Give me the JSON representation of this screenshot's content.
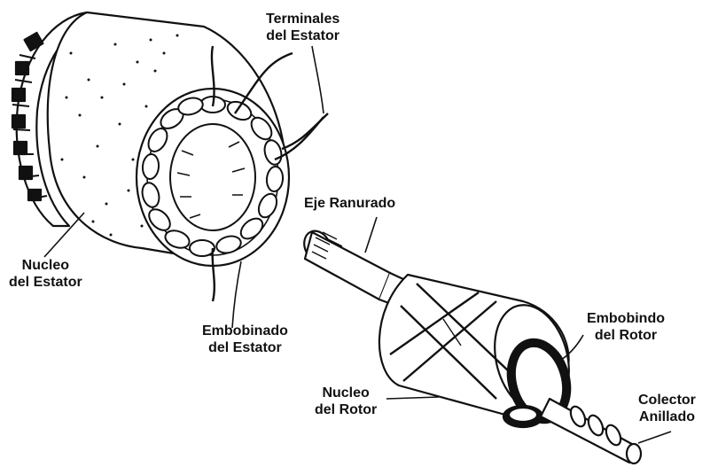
{
  "labels": {
    "stator_terminals": {
      "line1": "Terminales",
      "line2": "del Estator"
    },
    "splined_shaft": {
      "line1": "Eje Ranurado"
    },
    "stator_core": {
      "line1": "Nucleo",
      "line2": "del Estator"
    },
    "stator_winding": {
      "line1": "Embobinado",
      "line2": "del Estator"
    },
    "rotor_winding": {
      "line1": "Embobindo",
      "line2": "del Rotor"
    },
    "rotor_core": {
      "line1": "Nucleo",
      "line2": "del Rotor"
    },
    "slip_rings": {
      "line1": "Colector",
      "line2": "Anillado"
    }
  },
  "colors": {
    "ink": "#111111",
    "paper": "#ffffff"
  }
}
